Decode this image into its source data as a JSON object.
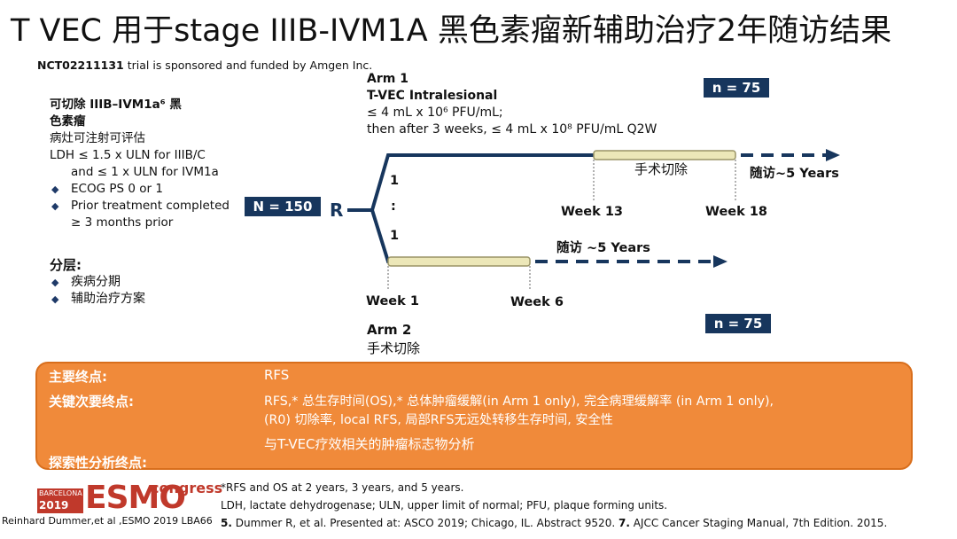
{
  "title": "T VEC 用于stage IIIB-IVM1A 黑色素瘤新辅助治疗2年随访结果",
  "sponsor": {
    "nct": "NCT02211131",
    "rest": " trial is sponsored and funded by Amgen Inc."
  },
  "eligibility": {
    "heading_line1": "可切除 IIIB–IVM1a⁶ 黑",
    "heading_line2": "色素瘤",
    "line1": "病灶可注射可评估",
    "line2": "LDH ≤ 1.5 x ULN for IIIB/C",
    "line3": "and ≤ 1 x ULN for IVM1a",
    "bullet1": "ECOG PS 0 or 1",
    "bullet2a": "Prior treatment completed",
    "bullet2b": "≥ 3 months prior"
  },
  "stratification": {
    "heading": "分层:",
    "items": [
      "疾病分期",
      "辅助治疗方案"
    ]
  },
  "randomization": {
    "n_total": "N = 150",
    "r": "R",
    "ratio1": "1",
    "ratio_sep": ":",
    "ratio2": "1"
  },
  "arm1": {
    "label": "Arm 1",
    "name": "T-VEC Intralesional",
    "dose1": "≤ 4 mL x 10⁶ PFU/mL;",
    "dose2": "then after 3 weeks, ≤ 4 mL x 10⁸ PFU/mL Q2W",
    "n": "n = 75",
    "surgery": "手术切除",
    "followup": "随访~5 Years",
    "week_start": "Week 13",
    "week_end": "Week 18"
  },
  "arm2": {
    "label": "Arm 2",
    "name": "手术切除",
    "n": "n = 75",
    "followup": "随访 ~5 Years",
    "week_start": "Week 1",
    "week_end": "Week 6"
  },
  "endpoints": {
    "primary_label": "主要终点:",
    "primary_value": "RFS",
    "secondary_label": "关键次要终点:",
    "secondary_line1": "RFS,* 总生存时间(OS),* 总体肿瘤缓解(in Arm 1 only), 完全病理缓解率 (in Arm 1 only),",
    "secondary_line2": "(R0) 切除率, local RFS, 局部RFS无远处转移生存时间, 安全性",
    "exploratory_value": "与T-VEC疗效相关的肿瘤标志物分析",
    "exploratory_label": "探索性分析终点:"
  },
  "footnotes": {
    "line1": "*RFS and OS at 2 years, 3 years, and 5 years.",
    "line2": "LDH, lactate dehydrogenase; ULN, upper limit of normal; PFU, plaque forming units.",
    "line3_ref5": "5.",
    "line3_text5": " Dummer R, et al. Presented at: ASCO 2019; Chicago, IL. Abstract 9520. ",
    "line3_ref7": "7.",
    "line3_text7": " AJCC Cancer Staging Manual, 7th Edition. 2015."
  },
  "logo": {
    "city": "BARCELONA",
    "year": "2019",
    "brand": "ESMO",
    "suffix": "congress"
  },
  "author": "Reinhard Dummer,et al ,ESMO 2019 LBA66",
  "colors": {
    "navy": "#17365d",
    "bar": "#ece7b8",
    "orange": "#f08a3a",
    "logo_red": "#c0392b"
  }
}
